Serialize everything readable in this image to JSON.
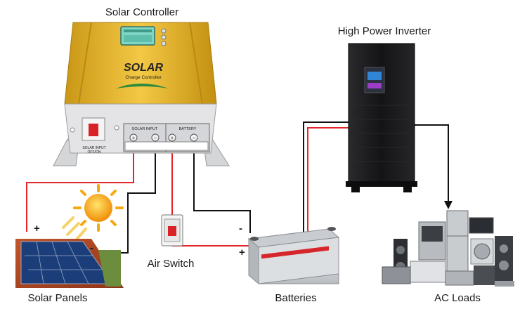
{
  "labels": {
    "controller": "Solar Controller",
    "inverter": "High Power Inverter",
    "panels": "Solar Panels",
    "switch": "Air Switch",
    "batteries": "Batteries",
    "loads": "AC Loads"
  },
  "controller_front": {
    "brand": "SOLAR",
    "subtitle": "Charge Controller",
    "solar_input_header": "SOLAR INPUT",
    "battery_header": "BATTERY",
    "switch_caption_1": "SOLAR INPUT",
    "switch_caption_2": "OFF/ON"
  },
  "polarity": {
    "plus": "+",
    "minus": "−",
    "panel_plus": "+",
    "panel_minus": "-",
    "battery_minus": "-",
    "battery_plus": "+"
  },
  "colors": {
    "positive_wire": "#e3262a",
    "negative_wire": "#111111",
    "controller_gold": "#e8b62a",
    "controller_front": "#e4e4e7",
    "inverter_body": "#1b1b1d",
    "battery_body": "#d7d9dc",
    "sun": "#f6a90f"
  }
}
